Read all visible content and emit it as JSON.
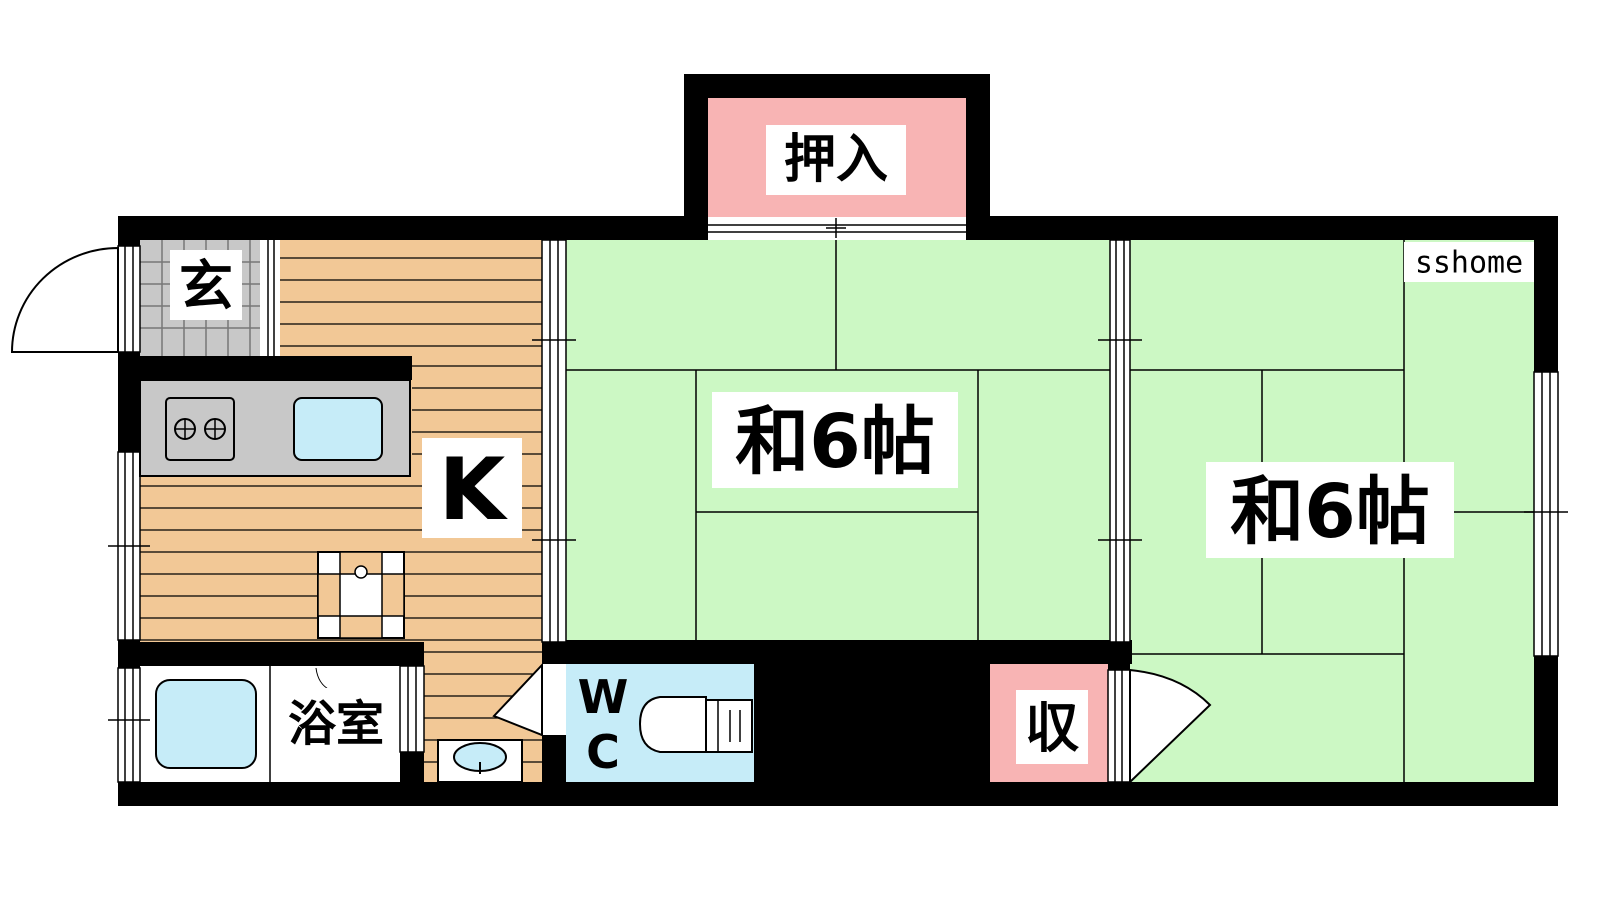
{
  "watermark": "sshome",
  "colors": {
    "tatami": "#ccf8c4",
    "flooring": "#f2c896",
    "storage": "#f8b4b4",
    "water": "#c6ecf8",
    "entrance_tile": "#c8c8c8",
    "counter": "#c8c8c8",
    "wall": "#000000"
  },
  "rooms": {
    "oshiire": "押入",
    "genkan": "玄",
    "kitchen": "K",
    "washitsu_1": "和6帖",
    "washitsu_2": "和6帖",
    "bathroom": "浴室",
    "toilet_w": "W",
    "toilet_c": "C",
    "shuno": "収"
  }
}
